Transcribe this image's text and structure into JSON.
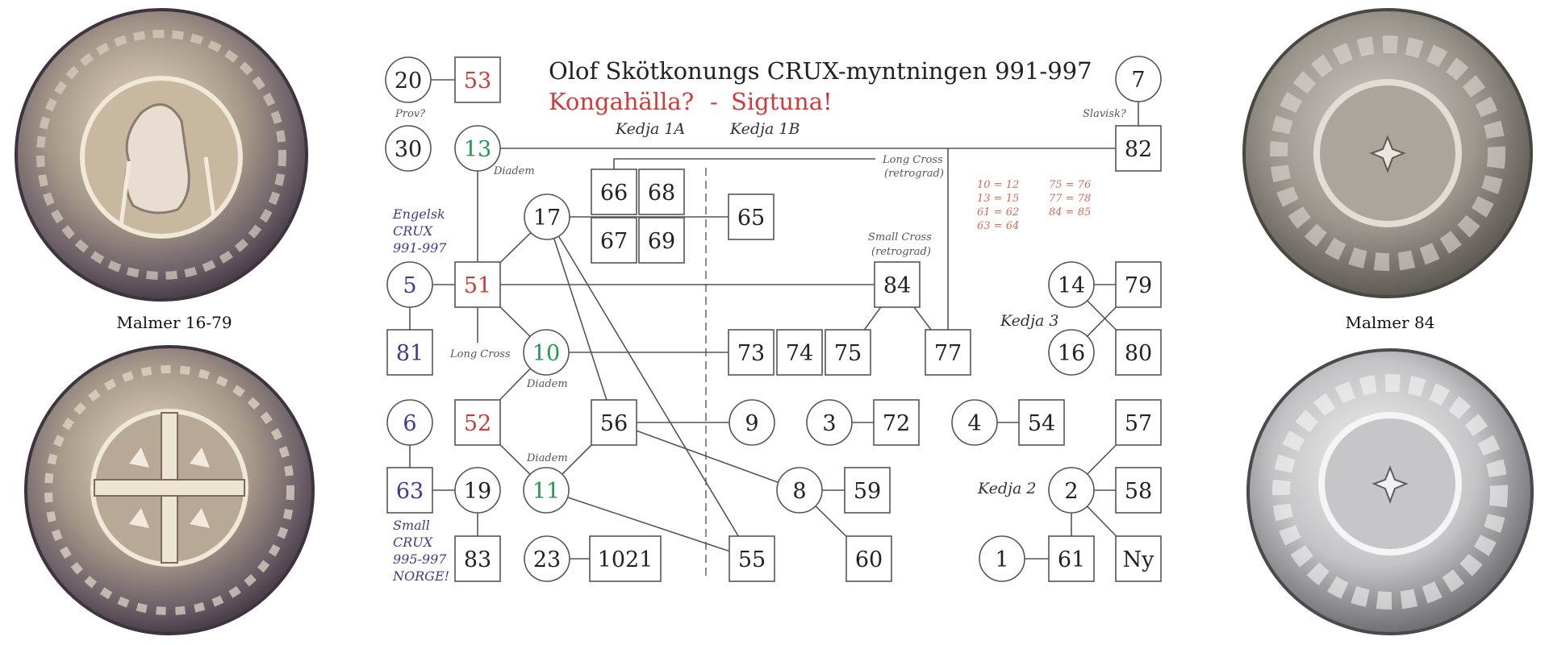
{
  "title": {
    "line1": "Olof Skötkonungs  CRUX-myntningen  991-997",
    "line2_left": "Kongahälla?",
    "line2_sep": "-",
    "line2_right": "Sigtuna!"
  },
  "colors": {
    "black": "#222222",
    "red": "#d03a3a",
    "green": "#1f9a4e",
    "blue": "#3b3b8f",
    "equiv": "#d9685a",
    "line": "#555555"
  },
  "coins": [
    {
      "id": "top-left",
      "caption": "Malmer 16-79",
      "side": "obverse",
      "tone": "warm-silver",
      "motif": "bust"
    },
    {
      "id": "bottom-left",
      "caption": "",
      "side": "reverse",
      "tone": "warm-silver",
      "motif": "long-cross"
    },
    {
      "id": "top-right",
      "caption": "Malmer 84",
      "side": "reverse",
      "tone": "grey-silver",
      "motif": "small-cross"
    },
    {
      "id": "bottom-right",
      "caption": "",
      "side": "reverse",
      "tone": "bright-silver",
      "motif": "small-cross"
    }
  ],
  "chain_labels": {
    "kedja_1a": "Kedja 1A",
    "kedja_1b": "Kedja 1B",
    "kedja_2": "Kedja 2",
    "kedja_3": "Kedja 3"
  },
  "notes": {
    "prov": "Prov?",
    "slavisk": "Slavisk?",
    "diadem_13": "Diadem",
    "diadem_10": "Diadem",
    "diadem_11": "Diadem",
    "long_cross": "Long Cross",
    "long_cross_retro_1": "Long Cross",
    "long_cross_retro_2": "(retrograd)",
    "small_cross_retro_1": "Small Cross",
    "small_cross_retro_2": "(retrograd)"
  },
  "side_notes": {
    "engelsk": [
      "Engelsk",
      "CRUX",
      "991-997"
    ],
    "small": [
      "Small",
      "CRUX",
      "995-997",
      "NORGE!"
    ]
  },
  "equivalences": {
    "col1": [
      "10 = 12",
      "13 = 15",
      "61 = 62",
      "63 = 64"
    ],
    "col2": [
      "75 = 76",
      "77 = 78",
      "84 = 85"
    ]
  },
  "nodes": [
    {
      "id": "20",
      "label": "20",
      "shape": "circle",
      "color": "black"
    },
    {
      "id": "53",
      "label": "53",
      "shape": "square",
      "color": "red"
    },
    {
      "id": "30",
      "label": "30",
      "shape": "circle",
      "color": "black"
    },
    {
      "id": "13",
      "label": "13",
      "shape": "circle",
      "color": "green"
    },
    {
      "id": "7",
      "label": "7",
      "shape": "circle",
      "color": "black"
    },
    {
      "id": "82",
      "label": "82",
      "shape": "square",
      "color": "black"
    },
    {
      "id": "66",
      "label": "66",
      "shape": "square",
      "color": "black"
    },
    {
      "id": "68",
      "label": "68",
      "shape": "square",
      "color": "black"
    },
    {
      "id": "67",
      "label": "67",
      "shape": "square",
      "color": "black"
    },
    {
      "id": "69",
      "label": "69",
      "shape": "square",
      "color": "black"
    },
    {
      "id": "17",
      "label": "17",
      "shape": "circle",
      "color": "black"
    },
    {
      "id": "65",
      "label": "65",
      "shape": "square",
      "color": "black"
    },
    {
      "id": "5",
      "label": "5",
      "shape": "circle",
      "color": "blue"
    },
    {
      "id": "51",
      "label": "51",
      "shape": "square",
      "color": "red"
    },
    {
      "id": "84",
      "label": "84",
      "shape": "square",
      "color": "black"
    },
    {
      "id": "14",
      "label": "14",
      "shape": "circle",
      "color": "black"
    },
    {
      "id": "79",
      "label": "79",
      "shape": "square",
      "color": "black"
    },
    {
      "id": "81",
      "label": "81",
      "shape": "square",
      "color": "blue"
    },
    {
      "id": "10",
      "label": "10",
      "shape": "circle",
      "color": "green"
    },
    {
      "id": "73",
      "label": "73",
      "shape": "square",
      "color": "black"
    },
    {
      "id": "74",
      "label": "74",
      "shape": "square",
      "color": "black"
    },
    {
      "id": "75",
      "label": "75",
      "shape": "square",
      "color": "black"
    },
    {
      "id": "77",
      "label": "77",
      "shape": "square",
      "color": "black"
    },
    {
      "id": "16",
      "label": "16",
      "shape": "circle",
      "color": "black"
    },
    {
      "id": "80",
      "label": "80",
      "shape": "square",
      "color": "black"
    },
    {
      "id": "6",
      "label": "6",
      "shape": "circle",
      "color": "blue"
    },
    {
      "id": "52",
      "label": "52",
      "shape": "square",
      "color": "red"
    },
    {
      "id": "56",
      "label": "56",
      "shape": "square",
      "color": "black"
    },
    {
      "id": "9",
      "label": "9",
      "shape": "circle",
      "color": "black"
    },
    {
      "id": "3",
      "label": "3",
      "shape": "circle",
      "color": "black"
    },
    {
      "id": "72",
      "label": "72",
      "shape": "square",
      "color": "black"
    },
    {
      "id": "4",
      "label": "4",
      "shape": "circle",
      "color": "black"
    },
    {
      "id": "54",
      "label": "54",
      "shape": "square",
      "color": "black"
    },
    {
      "id": "57",
      "label": "57",
      "shape": "square",
      "color": "black"
    },
    {
      "id": "63",
      "label": "63",
      "shape": "square",
      "color": "blue"
    },
    {
      "id": "19",
      "label": "19",
      "shape": "circle",
      "color": "black"
    },
    {
      "id": "11",
      "label": "11",
      "shape": "circle",
      "color": "green"
    },
    {
      "id": "8",
      "label": "8",
      "shape": "circle",
      "color": "black"
    },
    {
      "id": "59",
      "label": "59",
      "shape": "square",
      "color": "black"
    },
    {
      "id": "2",
      "label": "2",
      "shape": "circle",
      "color": "black"
    },
    {
      "id": "58",
      "label": "58",
      "shape": "square",
      "color": "black"
    },
    {
      "id": "83",
      "label": "83",
      "shape": "square",
      "color": "black"
    },
    {
      "id": "23",
      "label": "23",
      "shape": "circle",
      "color": "black"
    },
    {
      "id": "1021",
      "label": "1021",
      "shape": "wide-square",
      "color": "black"
    },
    {
      "id": "55",
      "label": "55",
      "shape": "square",
      "color": "black"
    },
    {
      "id": "60",
      "label": "60",
      "shape": "square",
      "color": "black"
    },
    {
      "id": "1",
      "label": "1",
      "shape": "circle",
      "color": "black"
    },
    {
      "id": "61",
      "label": "61",
      "shape": "square",
      "color": "black"
    },
    {
      "id": "Ny",
      "label": "Ny",
      "shape": "square",
      "color": "black"
    }
  ],
  "edges": [
    [
      "20",
      "53"
    ],
    [
      "7",
      "82"
    ],
    [
      "13",
      "82"
    ],
    [
      "13",
      "51"
    ],
    [
      "51",
      "5"
    ],
    [
      "5",
      "81"
    ],
    [
      "51",
      "17"
    ],
    [
      "51",
      "84"
    ],
    [
      "51",
      "10"
    ],
    [
      "17",
      "65"
    ],
    [
      "17",
      "56"
    ],
    [
      "17",
      "55"
    ],
    [
      "10",
      "73"
    ],
    [
      "10",
      "52"
    ],
    [
      "52",
      "11"
    ],
    [
      "11",
      "56"
    ],
    [
      "11",
      "55"
    ],
    [
      "56",
      "9"
    ],
    [
      "56",
      "8"
    ],
    [
      "8",
      "59"
    ],
    [
      "8",
      "60"
    ],
    [
      "84",
      "75"
    ],
    [
      "84",
      "77"
    ],
    [
      "14",
      "79"
    ],
    [
      "14",
      "80"
    ],
    [
      "16",
      "79"
    ],
    [
      "6",
      "63"
    ],
    [
      "63",
      "19"
    ],
    [
      "19",
      "83"
    ],
    [
      "23",
      "1021"
    ],
    [
      "3",
      "72"
    ],
    [
      "4",
      "54"
    ],
    [
      "2",
      "57"
    ],
    [
      "2",
      "58"
    ],
    [
      "2",
      "61"
    ],
    [
      "2",
      "Ny"
    ],
    [
      "1",
      "61"
    ]
  ],
  "special_links": [
    {
      "from": "66",
      "to": "77",
      "note": "Long Cross (retrograd)"
    },
    {
      "from": "51",
      "to": "long-cross-stub",
      "note": "Long Cross"
    }
  ]
}
